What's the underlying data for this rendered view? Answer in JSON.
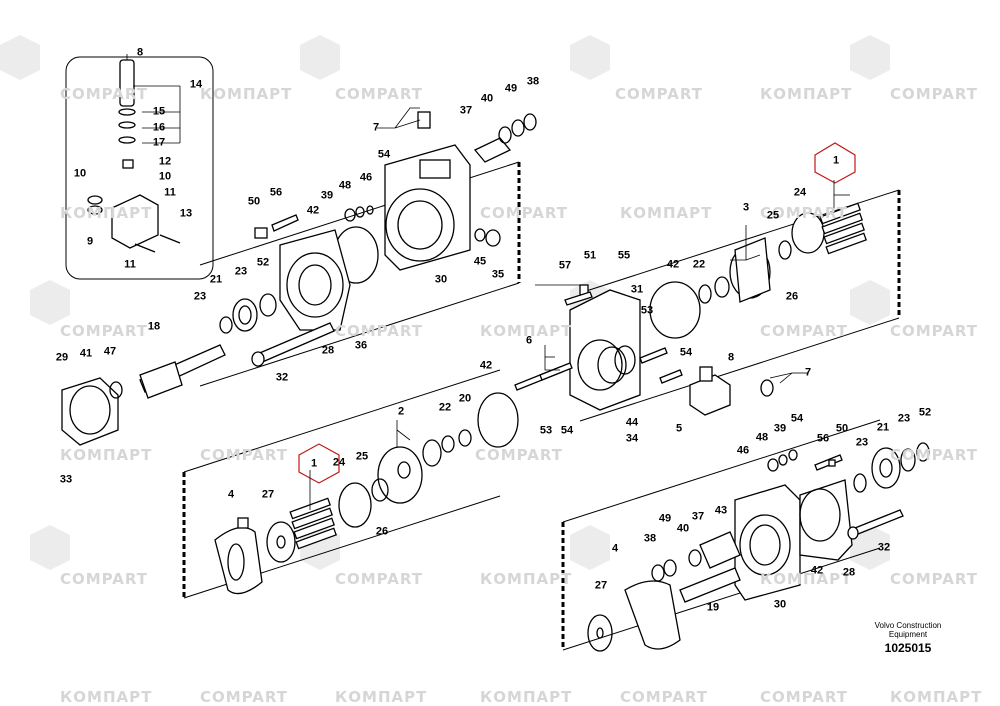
{
  "watermark": {
    "latin": "COMPART",
    "cyrillic": "КОМПАРТ"
  },
  "caption": {
    "line1": "Volvo Construction",
    "line2": "Equipment",
    "doc_number": "1025015"
  },
  "callouts": {
    "c8a": "8",
    "c14": "14",
    "c15": "15",
    "c16": "16",
    "c17": "17",
    "c12": "12",
    "c10a": "10",
    "c10b": "10",
    "c11a": "11",
    "c11b": "11",
    "c9": "9",
    "c13": "13",
    "c38a": "38",
    "c49a": "49",
    "c40a": "40",
    "c37a": "37",
    "c7a": "7",
    "c54a": "54",
    "c48a": "48",
    "c46a": "46",
    "c39a": "39",
    "c50a": "50",
    "c56a": "56",
    "c42a": "42",
    "c21a": "21",
    "c23a": "23",
    "c52a": "52",
    "c23b": "23",
    "c18": "18",
    "c29": "29",
    "c41": "41",
    "c47": "47",
    "c33": "33",
    "c32a": "32",
    "c28a": "28",
    "c36": "36",
    "c30a": "30",
    "c45": "45",
    "c35": "35",
    "c1a": "1",
    "c24a": "24",
    "c3": "3",
    "c25a": "25",
    "c26a": "26",
    "c42b": "42",
    "c22a": "22",
    "c57": "57",
    "c51": "51",
    "c55": "55",
    "c31": "31",
    "c53a": "53",
    "c6": "6",
    "c54b": "54",
    "c8b": "8",
    "c7b": "7",
    "c53b": "53",
    "c54c": "54",
    "c5": "5",
    "c44": "44",
    "c34": "34",
    "c42c": "42",
    "c20": "20",
    "c22b": "22",
    "c2": "2",
    "c25b": "25",
    "c24b": "24",
    "c1b": "1",
    "c26b": "26",
    "c4a": "4",
    "c27a": "27",
    "c48b": "48",
    "c39b": "39",
    "c54d": "54",
    "c46b": "46",
    "c56b": "56",
    "c50b": "50",
    "c23c": "23",
    "c21b": "21",
    "c23d": "23",
    "c52b": "52",
    "c43": "43",
    "c49b": "49",
    "c40b": "40",
    "c37b": "37",
    "c38b": "38",
    "c4b": "4",
    "c42d": "42",
    "c28b": "28",
    "c32b": "32",
    "c27b": "27",
    "c19": "19",
    "c30b": "30"
  }
}
